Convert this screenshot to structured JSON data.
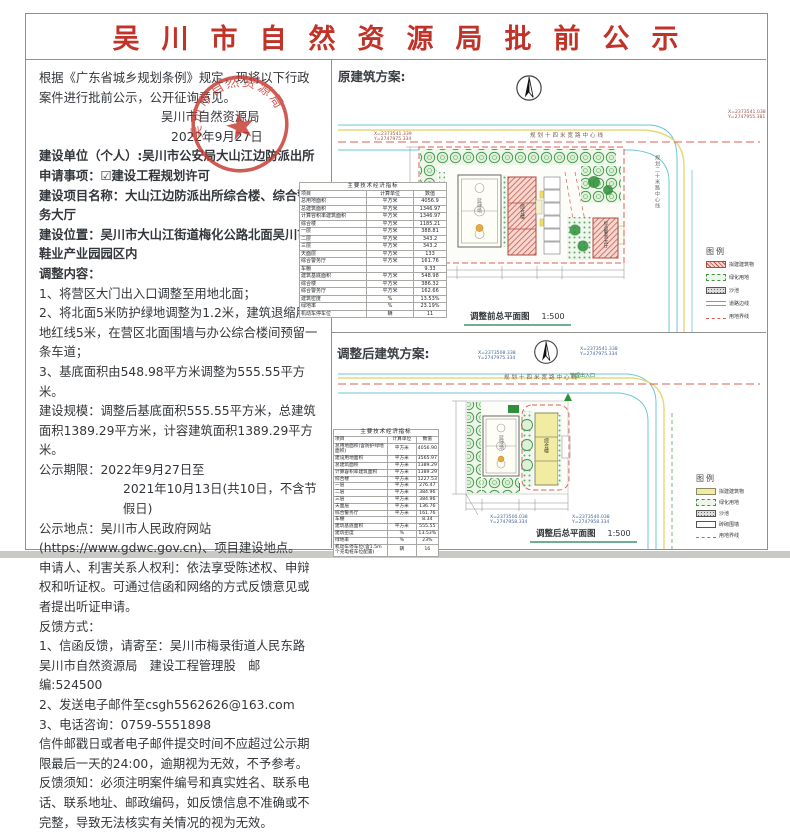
{
  "title": "吴川市自然资源局批前公示",
  "notice": {
    "seal_text": "吴川市自然资源局",
    "lines": [
      "根据《广东省城乡规划条例》规定，现将以下行政案件进行批前公示，公开征询意见。",
      "吴川市自然资源局",
      "2022年9月27日",
      "建设单位（个人）:吴川市公安局大山江边防派出所",
      "申请事项：☑建设工程规划许可",
      "建设项目名称：大山江边防派出所综合楼、综合警务大厅",
      "建设位置：吴川市大山江街道梅化公路北面吴川市鞋业产业园园区内",
      "调整内容：",
      "1、将营区大门出入口调整至用地北面；",
      "2、将北面5米防护绿地调整为1.2米，建筑退缩用地红线5米，在营区北面围墙与办公综合楼间预留一条车道；",
      "3、基底面积由548.98平方米调整为555.55平方米。",
      "建设规模：调整后基底面积555.55平方米，总建筑面积1389.29平方米，计容建筑面积1389.29平方米。",
      "公示期限：2022年9月27日至",
      "2021年10月13日(共10日，不含节假日)",
      "公示地点：吴川市人民政府网站",
      "(https://www.gdwc.gov.cn)、项目建设地点。",
      "申请人、利害关系人权利：依法享受陈述权、申辩权和听证权。可通过信函和网络的方式反馈意见或者提出听证申请。",
      "反馈方式：",
      "1、信函反馈，请寄至：吴川市梅录街道人民东路",
      "吴川市自然资源局　建设工程管理股　邮编:524500",
      "2、发送电子邮件至csgh5562626@163.com",
      "3、电话咨询：0759-5551898",
      "信件邮戳日或者电子邮件提交时间不应超过公示期限最后一天的24:00，逾期视为无效，不予参考。",
      "反馈须知：必须注明案件编号和真实姓名、联系电话、联系地址、邮政编码，如反馈信息不准确或不完整，导致无法核实有关情况的视为无效。"
    ]
  },
  "plan_top": {
    "heading": "原建筑方案:",
    "road_label": "规划十四米宽路中心线",
    "road_label_vertical": "规划二十米路中心线",
    "coord_tl": "X=2373541.339\nY=2747975.334",
    "coord_tr": "X=2373541.038\nY=2747955.381",
    "court_label": "篮球场",
    "building_main": "综合楼",
    "building_hall": "综合警务大厅",
    "caption": "调整前总平面图",
    "scale": "1:500",
    "legend_title": "图例",
    "legend": [
      {
        "swatch": "hatch-red",
        "label": "拟建建筑物"
      },
      {
        "swatch": "green",
        "label": "绿化用地"
      },
      {
        "swatch": "sand",
        "label": "沙池"
      },
      {
        "swatch": "road",
        "label": "道路边线"
      },
      {
        "swatch": "redline",
        "label": "用地界线"
      }
    ],
    "table": {
      "title": "主要技术经济指标",
      "headers": [
        "项目",
        "计算单位",
        "数值"
      ],
      "rows": [
        [
          "总用地面积",
          "平方米",
          "4056.9"
        ],
        [
          "总建筑面积",
          "平方米",
          "1346.97"
        ],
        [
          "计算容积率建筑面积",
          "平方米",
          "1346.97"
        ],
        [
          "综合楼",
          "平方米",
          "1185.21"
        ],
        [
          "一层",
          "平方米",
          "388.81"
        ],
        [
          "二层",
          "平方米",
          "343.2"
        ],
        [
          "三层",
          "平方米",
          "343.2"
        ],
        [
          "天面层",
          "平方米",
          "133"
        ],
        [
          "综合警务厅",
          "平方米",
          "161.76"
        ],
        [
          "车棚",
          "",
          "9.33"
        ],
        [
          "建筑基底面积",
          "平方米",
          "548.98"
        ],
        [
          "综合楼",
          "平方米",
          "386.32"
        ],
        [
          "综合警务厅",
          "平方米",
          "162.66"
        ],
        [
          "建筑密度",
          "%",
          "13.53%"
        ],
        [
          "绿地率",
          "%",
          "23.19%"
        ],
        [
          "机动车停车位",
          "辆",
          "11"
        ]
      ]
    }
  },
  "plan_bottom": {
    "heading": "调整后建筑方案:",
    "road_label": "规划十四米宽路中心线",
    "entrance_label": "管理出入口",
    "coord_tl": "X=2373508.338\nY=2747975.334",
    "coord_tr": "X=2373541.338\nY=2747975.334",
    "coord_bl": "X=2373500.038\nY=2747958.334",
    "coord_br": "X=2373540.038\nY=2747958.334",
    "court_label": "篮球场",
    "building_main": "综合楼",
    "caption": "调整后总平面图",
    "scale": "1:500",
    "legend_title": "图例",
    "legend": [
      {
        "swatch": "yellow",
        "label": "拟建建筑物"
      },
      {
        "swatch": "green",
        "label": "绿化用地"
      },
      {
        "swatch": "sand",
        "label": "沙池"
      },
      {
        "swatch": "wall",
        "label": "砖砌围墙"
      },
      {
        "swatch": "redline",
        "label": "用地界线"
      }
    ],
    "table": {
      "title": "主要技术经济指标",
      "headers": [
        "项目",
        "计算单位",
        "数值"
      ],
      "rows": [
        [
          "总用地面积(含防护绿地面积)",
          "平方米",
          "4056.90"
        ],
        [
          "建设用地面积",
          "平方米",
          "3565.97"
        ],
        [
          "总建筑面积",
          "平方米",
          "1389.29"
        ],
        [
          "计算容积率建筑面积",
          "平方米",
          "1389.29"
        ],
        [
          "综合楼",
          "平方米",
          "1227.53"
        ],
        [
          "一层",
          "平方米",
          "276.47"
        ],
        [
          "二层",
          "平方米",
          "384.96"
        ],
        [
          "三层",
          "平方米",
          "384.96"
        ],
        [
          "天面层",
          "平方米",
          "136.76"
        ],
        [
          "综合警务厅",
          "平方米",
          "161.76"
        ],
        [
          "车棚",
          "",
          "8.34"
        ],
        [
          "建筑基底面积",
          "平方米",
          "555.55"
        ],
        [
          "建筑密度",
          "%",
          "13.53%"
        ],
        [
          "绿地率",
          "%",
          "23%"
        ],
        [
          "机动车停车位(含1.5m个充电桩车位配置)",
          "辆",
          "16"
        ]
      ]
    }
  }
}
